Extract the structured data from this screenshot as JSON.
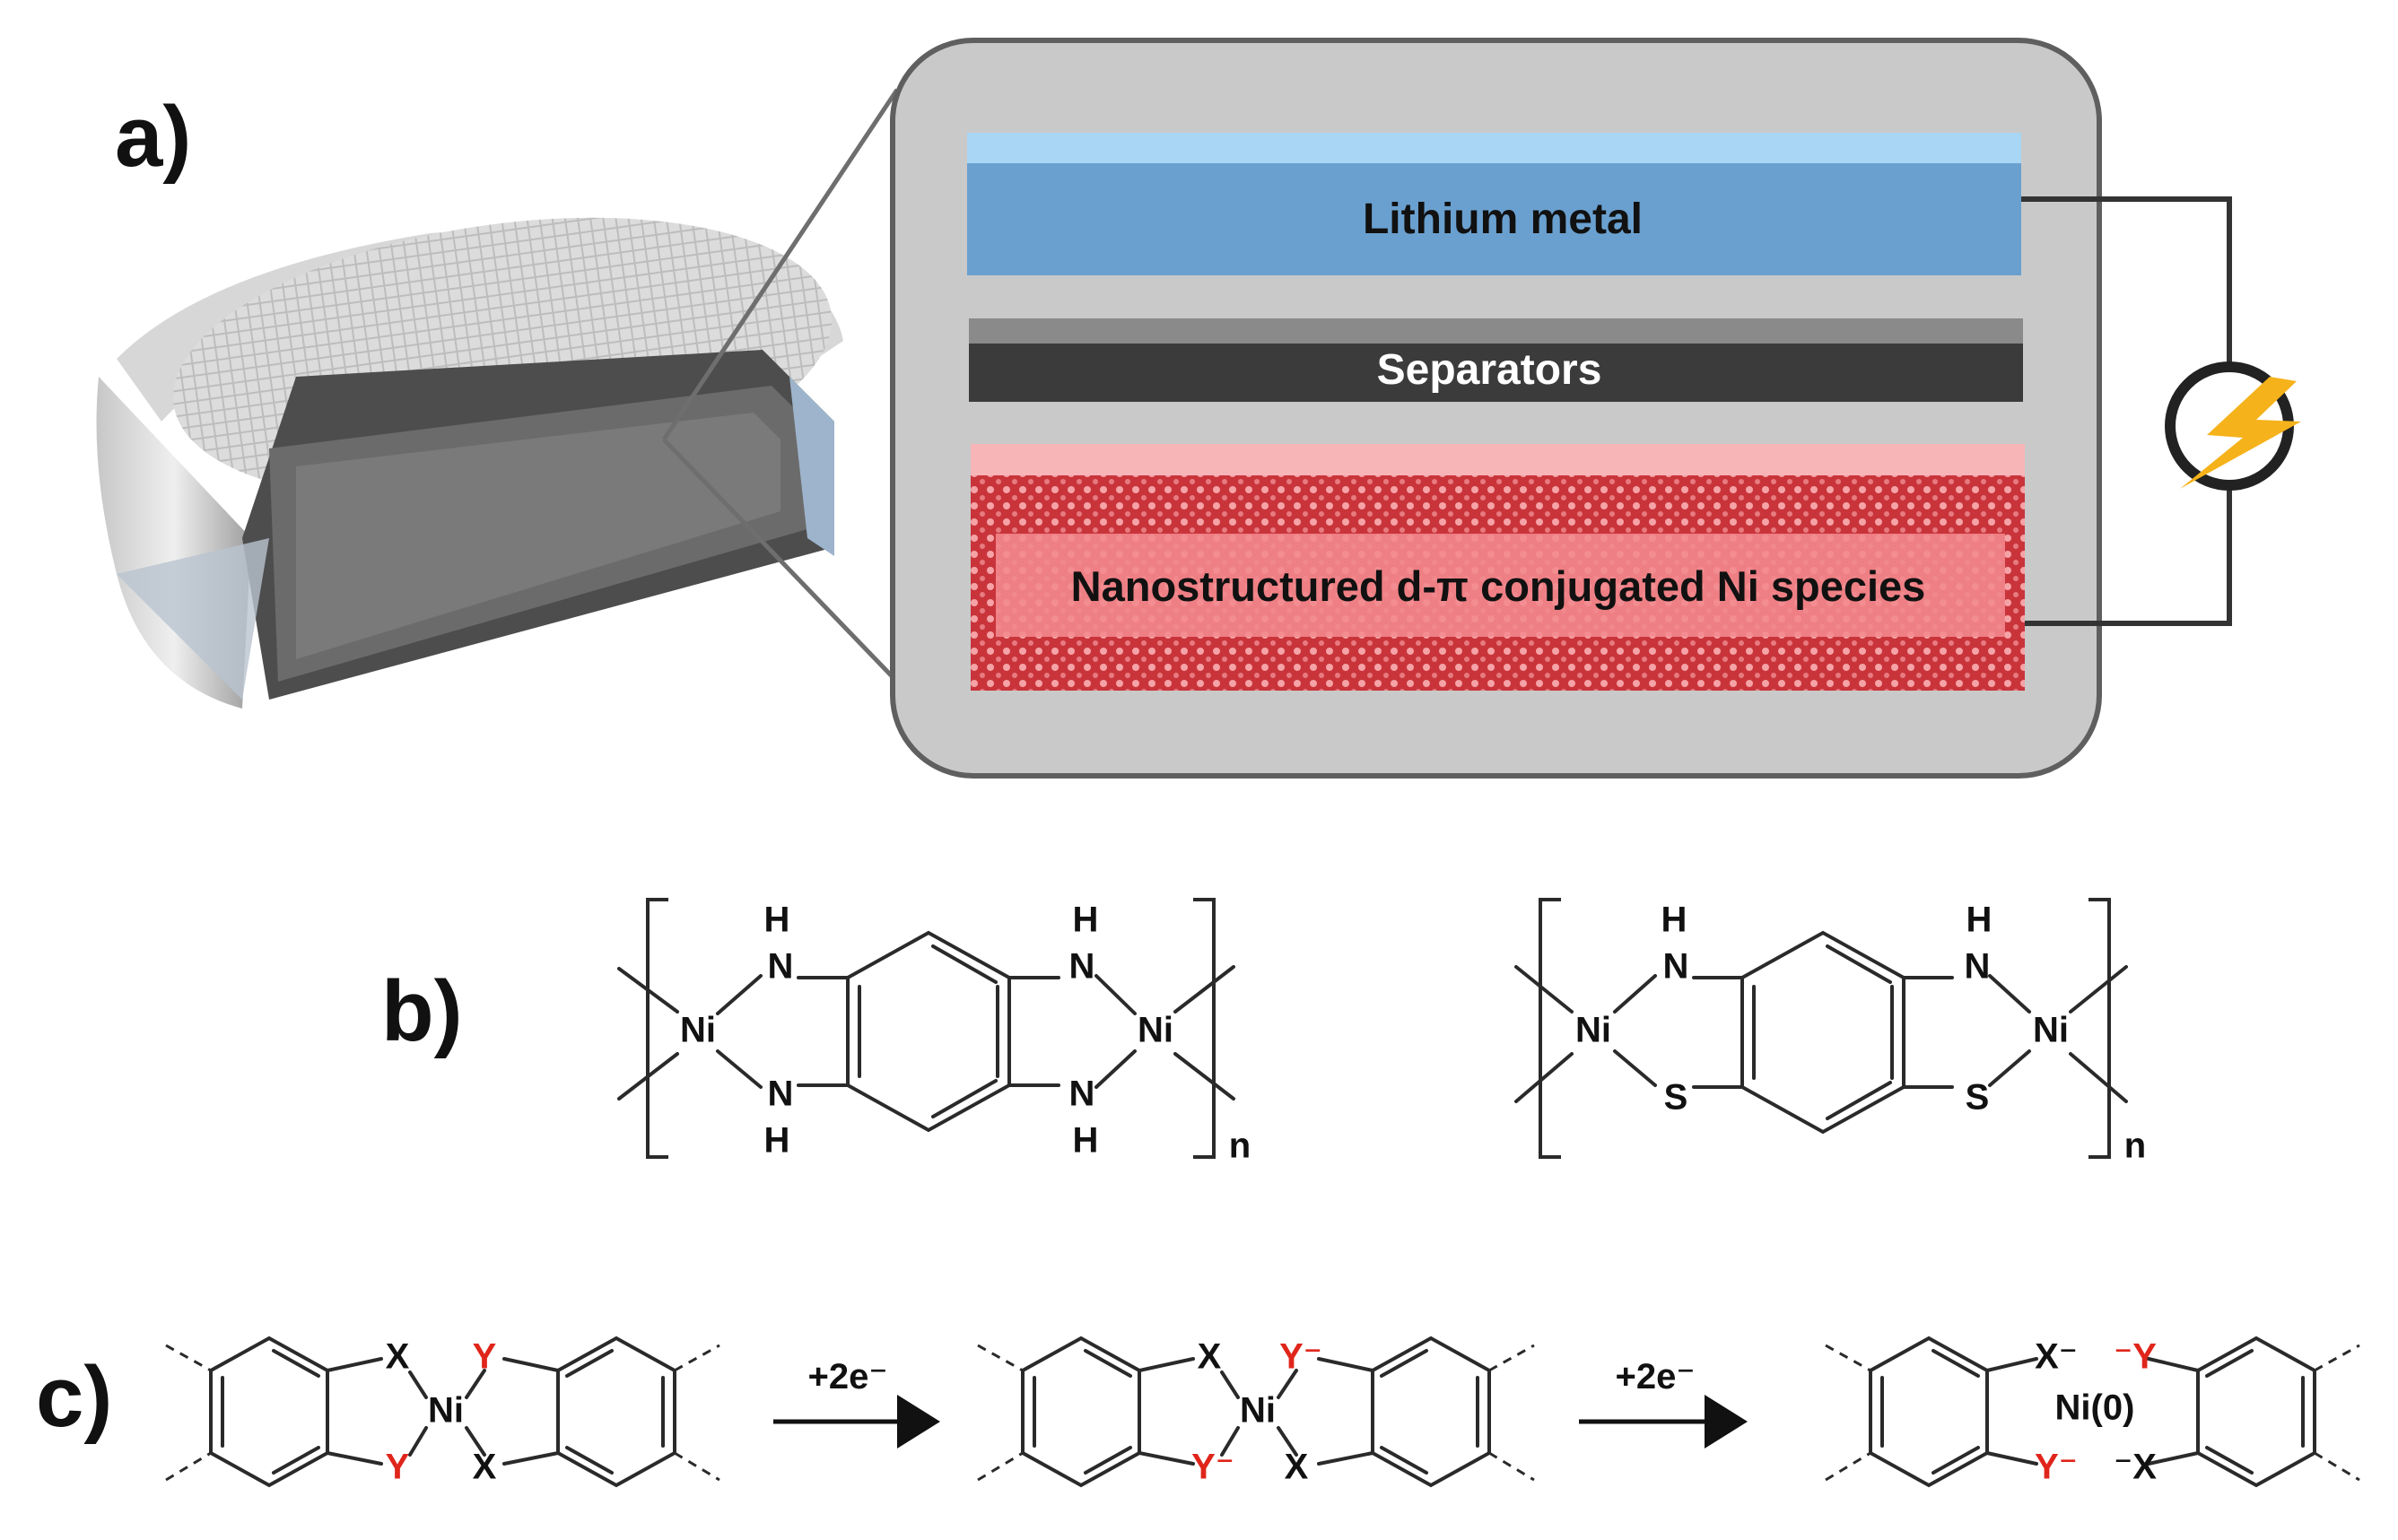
{
  "panels": {
    "a": {
      "label": "a)"
    },
    "b": {
      "label": "b)"
    },
    "c": {
      "label": "c)"
    }
  },
  "battery": {
    "layers": {
      "anode": "Lithium metal",
      "separator": "Separators",
      "cathode": "Nanostructured d-π conjugated Ni species"
    },
    "colors": {
      "anode": "#6aa0cf",
      "anode_top": "#a9d6f5",
      "separator": "#3b3b3b",
      "cathode": "#f28a8e",
      "cathode_pattern": "#c2272e",
      "cell_bg": "#c9c9c9",
      "bolt": "#f5b21b"
    }
  },
  "structures": {
    "left": {
      "metal_left": "Ni",
      "metal_right": "Ni",
      "top_left": "H",
      "top_left_2": "N",
      "top_right": "H",
      "top_right_2": "N",
      "bot_left": "N",
      "bot_left_2": "H",
      "bot_right": "N",
      "bot_right_2": "H",
      "subscript": "n"
    },
    "right": {
      "metal_left": "Ni",
      "metal_right": "Ni",
      "top_left": "H",
      "top_left_2": "N",
      "top_right": "H",
      "top_right_2": "N",
      "bot_left": "S",
      "bot_right": "S",
      "subscript": "n"
    }
  },
  "mechanism": {
    "step1": {
      "X_top": "X",
      "Y_top": "Y",
      "metal": "Ni",
      "Y_bot": "Y",
      "X_bot": "X"
    },
    "arrow1": "+2e⁻",
    "step2": {
      "X_top": "X",
      "Y_top": "Y⁻",
      "metal": "Ni",
      "Y_bot": "Y⁻",
      "X_bot": "X"
    },
    "arrow2": "+2e⁻",
    "step3": {
      "X_top": "X⁻",
      "Y_top": "⁻Y",
      "metal": "Ni(0)",
      "Y_bot": "Y⁻",
      "X_bot": "⁻X"
    }
  }
}
